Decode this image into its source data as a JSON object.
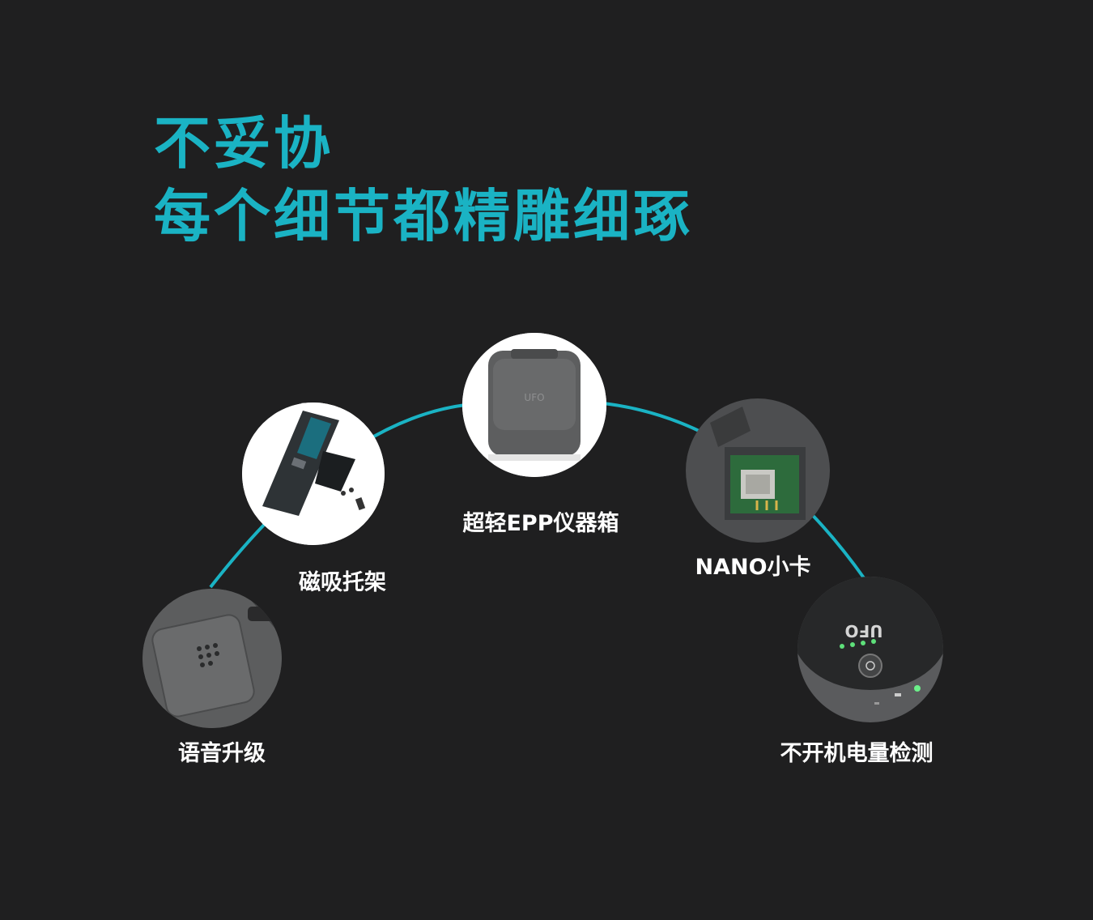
{
  "headline": {
    "line1": "不妥协",
    "line2": "每个细节都精雕细琢"
  },
  "features": [
    {
      "id": "voice-upgrade",
      "label": "语音升级",
      "icon": "speaker-grille-icon"
    },
    {
      "id": "magnetic-mount",
      "label": "磁吸托架",
      "icon": "magnetic-mount-icon"
    },
    {
      "id": "epp-case",
      "label": "超轻EPP仪器箱",
      "icon": "instrument-case-icon",
      "product_text": "UFO"
    },
    {
      "id": "nano-sim",
      "label": "NANO小卡",
      "icon": "sim-slot-icon"
    },
    {
      "id": "battery-check",
      "label": "不开机电量检测",
      "icon": "battery-indicator-icon",
      "product_text": "UFO"
    }
  ],
  "colors": {
    "accent": "#1ab3c4",
    "background": "#1f1f20",
    "text": "#ffffff"
  }
}
